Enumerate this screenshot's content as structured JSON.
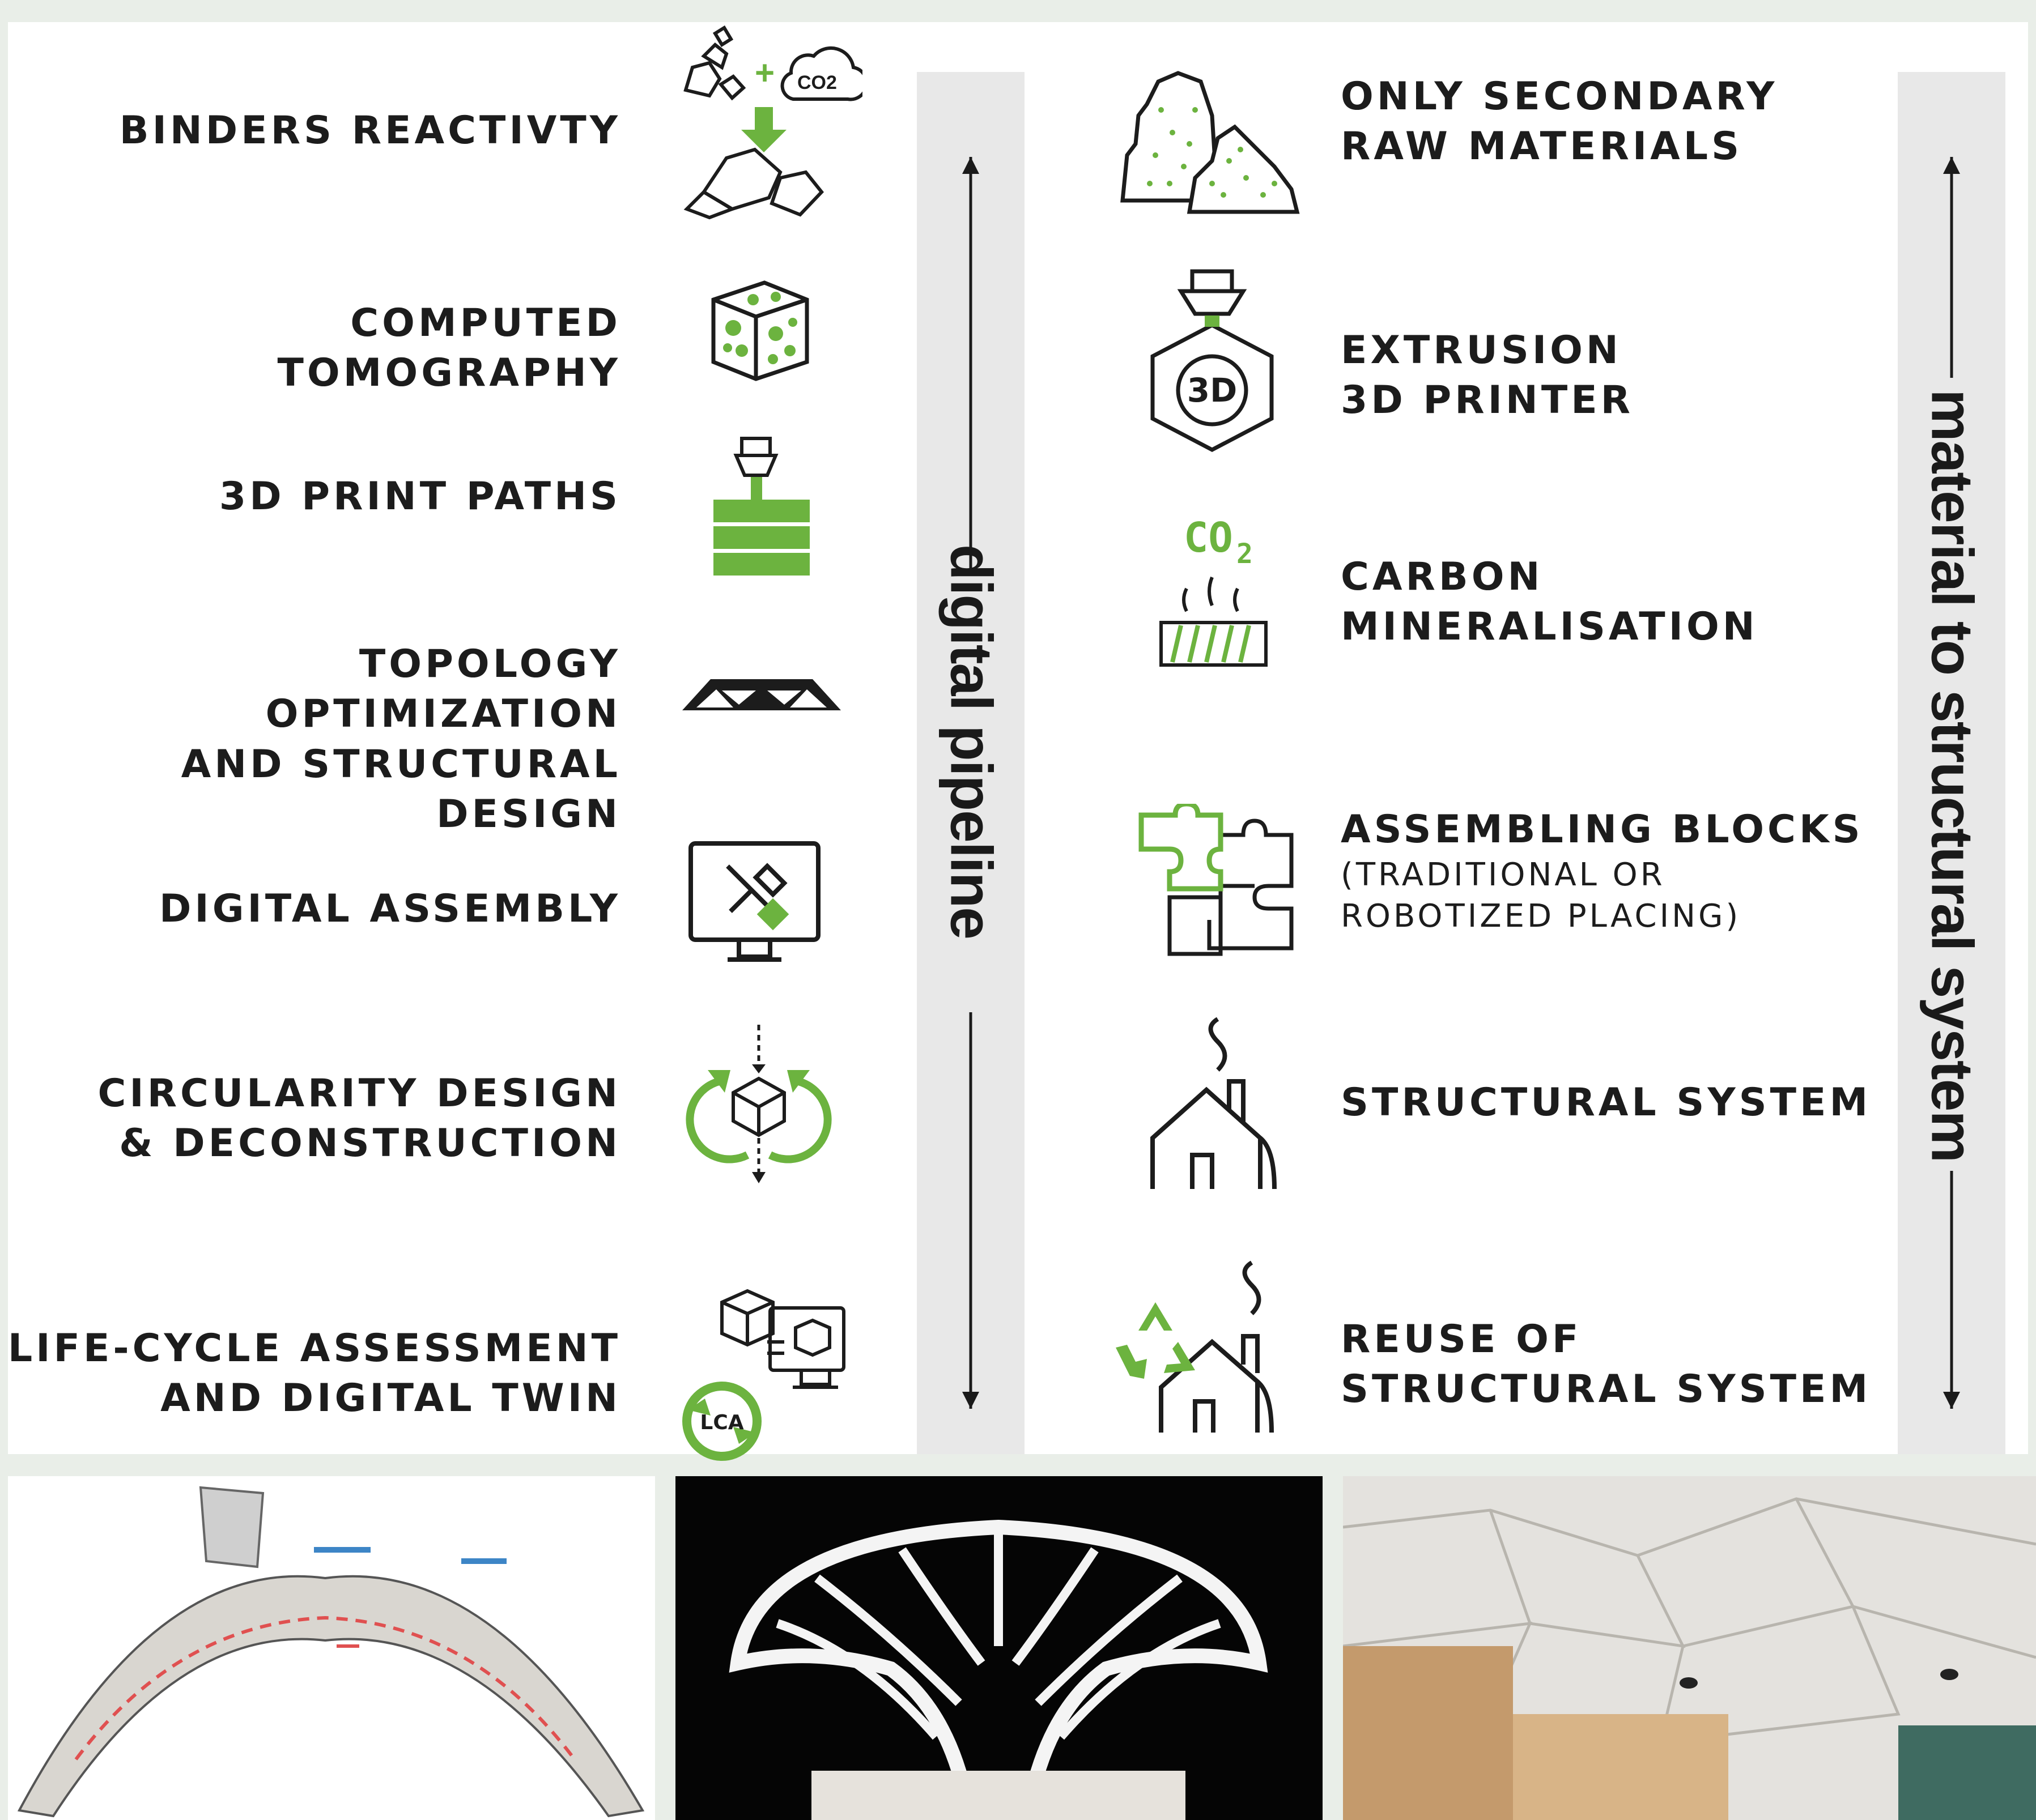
{
  "left_steps": [
    {
      "lines": [
        "BINDERS REACTIVTY"
      ],
      "icon": "binders-co2-icon"
    },
    {
      "lines": [
        "COMPUTED TOMOGRAPHY"
      ],
      "icon": "ct-cube-icon"
    },
    {
      "lines": [
        "3D PRINT PATHS"
      ],
      "icon": "print-paths-icon"
    },
    {
      "lines": [
        "TOPOLOGY OPTIMIZATION",
        "AND STRUCTURAL DESIGN"
      ],
      "icon": "topology-shape-icon"
    },
    {
      "lines": [
        "DIGITAL ASSEMBLY"
      ],
      "icon": "monitor-tools-icon"
    },
    {
      "lines": [
        "CIRCULARITY DESIGN",
        "& DECONSTRUCTION"
      ],
      "icon": "circular-arrows-icon"
    },
    {
      "lines": [
        "LIFE-CYCLE ASSESSMENT",
        "AND DIGITAL TWIN"
      ],
      "icon": "lca-digital-twin-icon"
    }
  ],
  "right_steps": [
    {
      "lines": [
        "ONLY SECONDARY",
        "RAW MATERIALS"
      ],
      "icon": "rock-materials-icon"
    },
    {
      "lines": [
        "EXTRUSION",
        "3D PRINTER"
      ],
      "icon": "extrusion-printer-icon"
    },
    {
      "lines": [
        "CARBON",
        "MINERALISATION"
      ],
      "icon": "co2-mineralisation-icon"
    },
    {
      "lines": [
        "ASSEMBLING BLOCKS"
      ],
      "sub": [
        "(TRADITIONAL OR",
        "ROBOTIZED PLACING)"
      ],
      "icon": "puzzle-blocks-icon"
    },
    {
      "lines": [
        "STRUCTURAL SYSTEM"
      ],
      "icon": "house-icon"
    },
    {
      "lines": [
        "REUSE OF",
        "STRUCTURAL SYSTEM"
      ],
      "icon": "recycle-house-icon"
    }
  ],
  "axes": {
    "left": "digital pipeline",
    "right": "material to structural system"
  },
  "icon_texts": {
    "co2_cloud": "CO2",
    "ct_cube": "",
    "printer_3d": "3D",
    "co2_big": "CO",
    "co2_sub": "2",
    "lca": "LCA"
  },
  "colors": {
    "accent_green": "#6cb33f",
    "band_gray": "#e8e8e8",
    "text_dark": "#1c1c1c"
  }
}
